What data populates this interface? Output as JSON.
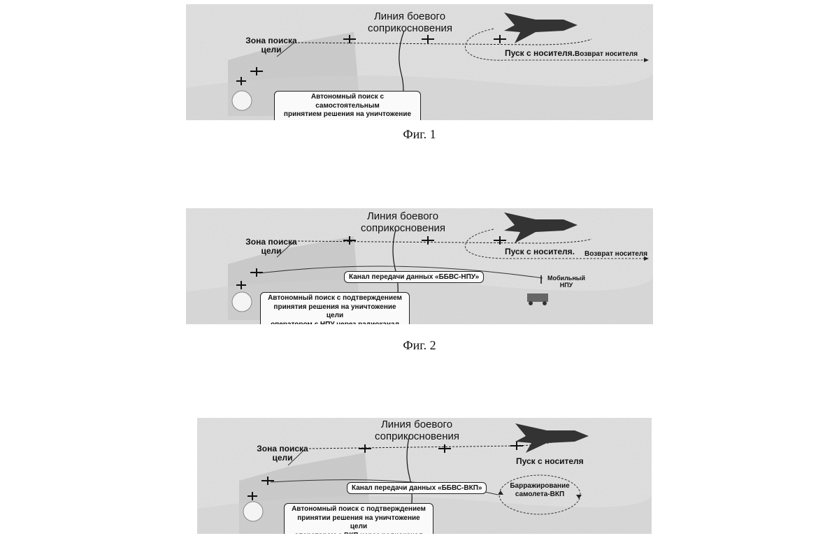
{
  "figure1": {
    "contact_line": "Линия боевого\nсоприкосновения",
    "search_zone": "Зона поиска\nцели",
    "launch": "Пуск с носителя.",
    "return": "Возврат носителя",
    "autonomous": "Автономный поиск с самостоятельным\nпринятием решения на уничтожение цели\nсогласно приоритету угроз",
    "caption": "Фиг. 1"
  },
  "figure2": {
    "contact_line": "Линия боевого\nсоприкосновения",
    "search_zone": "Зона поиска\nцели",
    "launch": "Пуск с носителя.",
    "return": "Возврат носителя",
    "channel": "Канал передачи данных «ББВС-НПУ»",
    "station": "Мобильный\nНПУ",
    "autonomous": "Автономный поиск с подтверждением\nпринятия решения на уничтожение цели\nоператором с НПУ через радиоканал",
    "caption": "Фиг. 2"
  },
  "figure3": {
    "contact_line": "Линия боевого\nсоприкосновения",
    "search_zone": "Зона поиска\nцели",
    "launch": "Пуск с носителя",
    "channel": "Канал передачи данных «ББВС-ВКП»",
    "loiter": "Барражирование\nсамолета-ВКП",
    "autonomous": "Автономный поиск с подтверждением\nпринятии решения на уничтожение цели\nоператором с ВКП через радиоканал"
  }
}
